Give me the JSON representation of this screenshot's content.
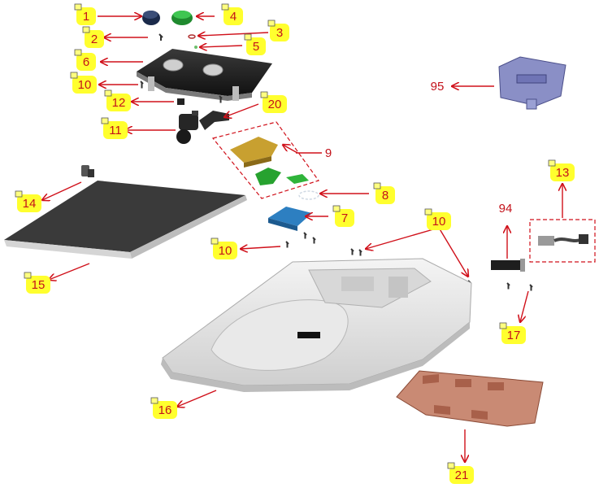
{
  "diagram": {
    "label_style": {
      "text_color": "#c3121a",
      "badge_color": "#ffff2e",
      "arrow_color": "#d0101a"
    },
    "callouts": [
      {
        "id": "1",
        "text": "1"
      },
      {
        "id": "2",
        "text": "2"
      },
      {
        "id": "3",
        "text": "3"
      },
      {
        "id": "4",
        "text": "4"
      },
      {
        "id": "5",
        "text": "5"
      },
      {
        "id": "6",
        "text": "6"
      },
      {
        "id": "7",
        "text": "7"
      },
      {
        "id": "8",
        "text": "8"
      },
      {
        "id": "9",
        "text": "9"
      },
      {
        "id": "10a",
        "text": "10"
      },
      {
        "id": "10b",
        "text": "10"
      },
      {
        "id": "10c",
        "text": "10"
      },
      {
        "id": "11",
        "text": "11"
      },
      {
        "id": "12",
        "text": "12"
      },
      {
        "id": "13",
        "text": "13"
      },
      {
        "id": "14",
        "text": "14"
      },
      {
        "id": "15",
        "text": "15"
      },
      {
        "id": "16",
        "text": "16"
      },
      {
        "id": "17",
        "text": "17"
      },
      {
        "id": "20",
        "text": "20"
      },
      {
        "id": "21",
        "text": "21"
      },
      {
        "id": "94",
        "text": "94"
      },
      {
        "id": "95",
        "text": "95"
      }
    ]
  }
}
